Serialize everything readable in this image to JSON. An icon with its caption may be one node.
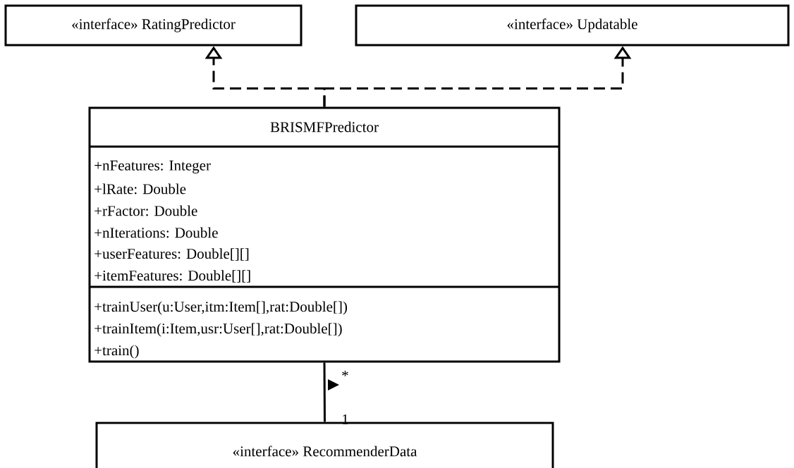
{
  "diagram": {
    "nodes": [
      {
        "text": [
          "«interface» RatingPredictor"
        ]
      },
      {
        "text": [
          "«interface» Updatable"
        ]
      },
      {
        "text": [
          "BRISMFPredictor",
          "+nFeatures: Integer",
          "+lRate: Double",
          "+rFactor: Double",
          "+nIterations: Double",
          "+userFeatures: Double[][]",
          "+itemFeatures: Double[][]",
          "+trainUser(u:User,itm:Item[],rat:Double[])",
          "+trainItem(i:Item,usr:User[],rat:Double[])",
          "+train()"
        ]
      },
      {
        "text": [
          "«interface» RecommenderData"
        ]
      }
    ],
    "edges": [
      {
        "from": 2,
        "to": 0,
        "arrow": "to",
        "style": "dashed"
      },
      {
        "from": 2,
        "to": 1,
        "arrow": "to",
        "style": "dashed"
      },
      {
        "from": 2,
        "to": 3,
        "arrow": "none"
      }
    ],
    "labels": [
      "*",
      "1"
    ]
  }
}
